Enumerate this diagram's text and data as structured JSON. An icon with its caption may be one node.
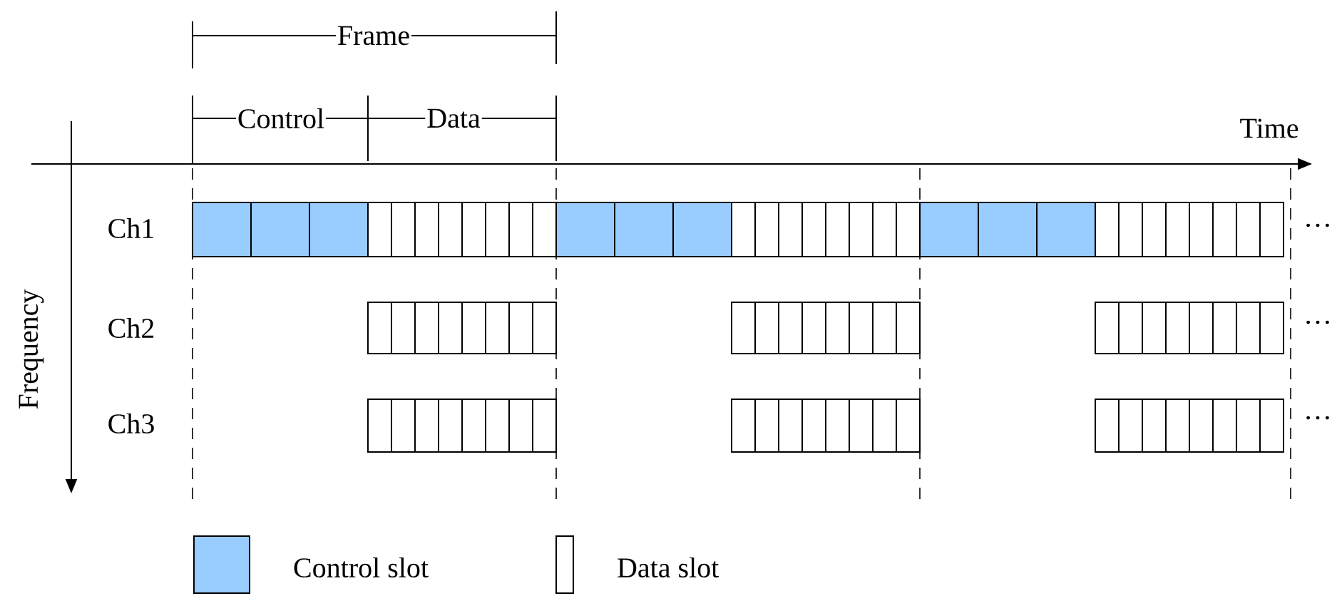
{
  "diagram": {
    "labels": [
      "Frame",
      "Control",
      "Data",
      "Time",
      "Ch1",
      "…",
      "Frequency",
      "Ch2",
      "…",
      "Ch3",
      "…"
    ],
    "legend": [
      {
        "text": "Control slot",
        "color": "#99ccff"
      },
      {
        "text": "Data slot"
      }
    ]
  }
}
